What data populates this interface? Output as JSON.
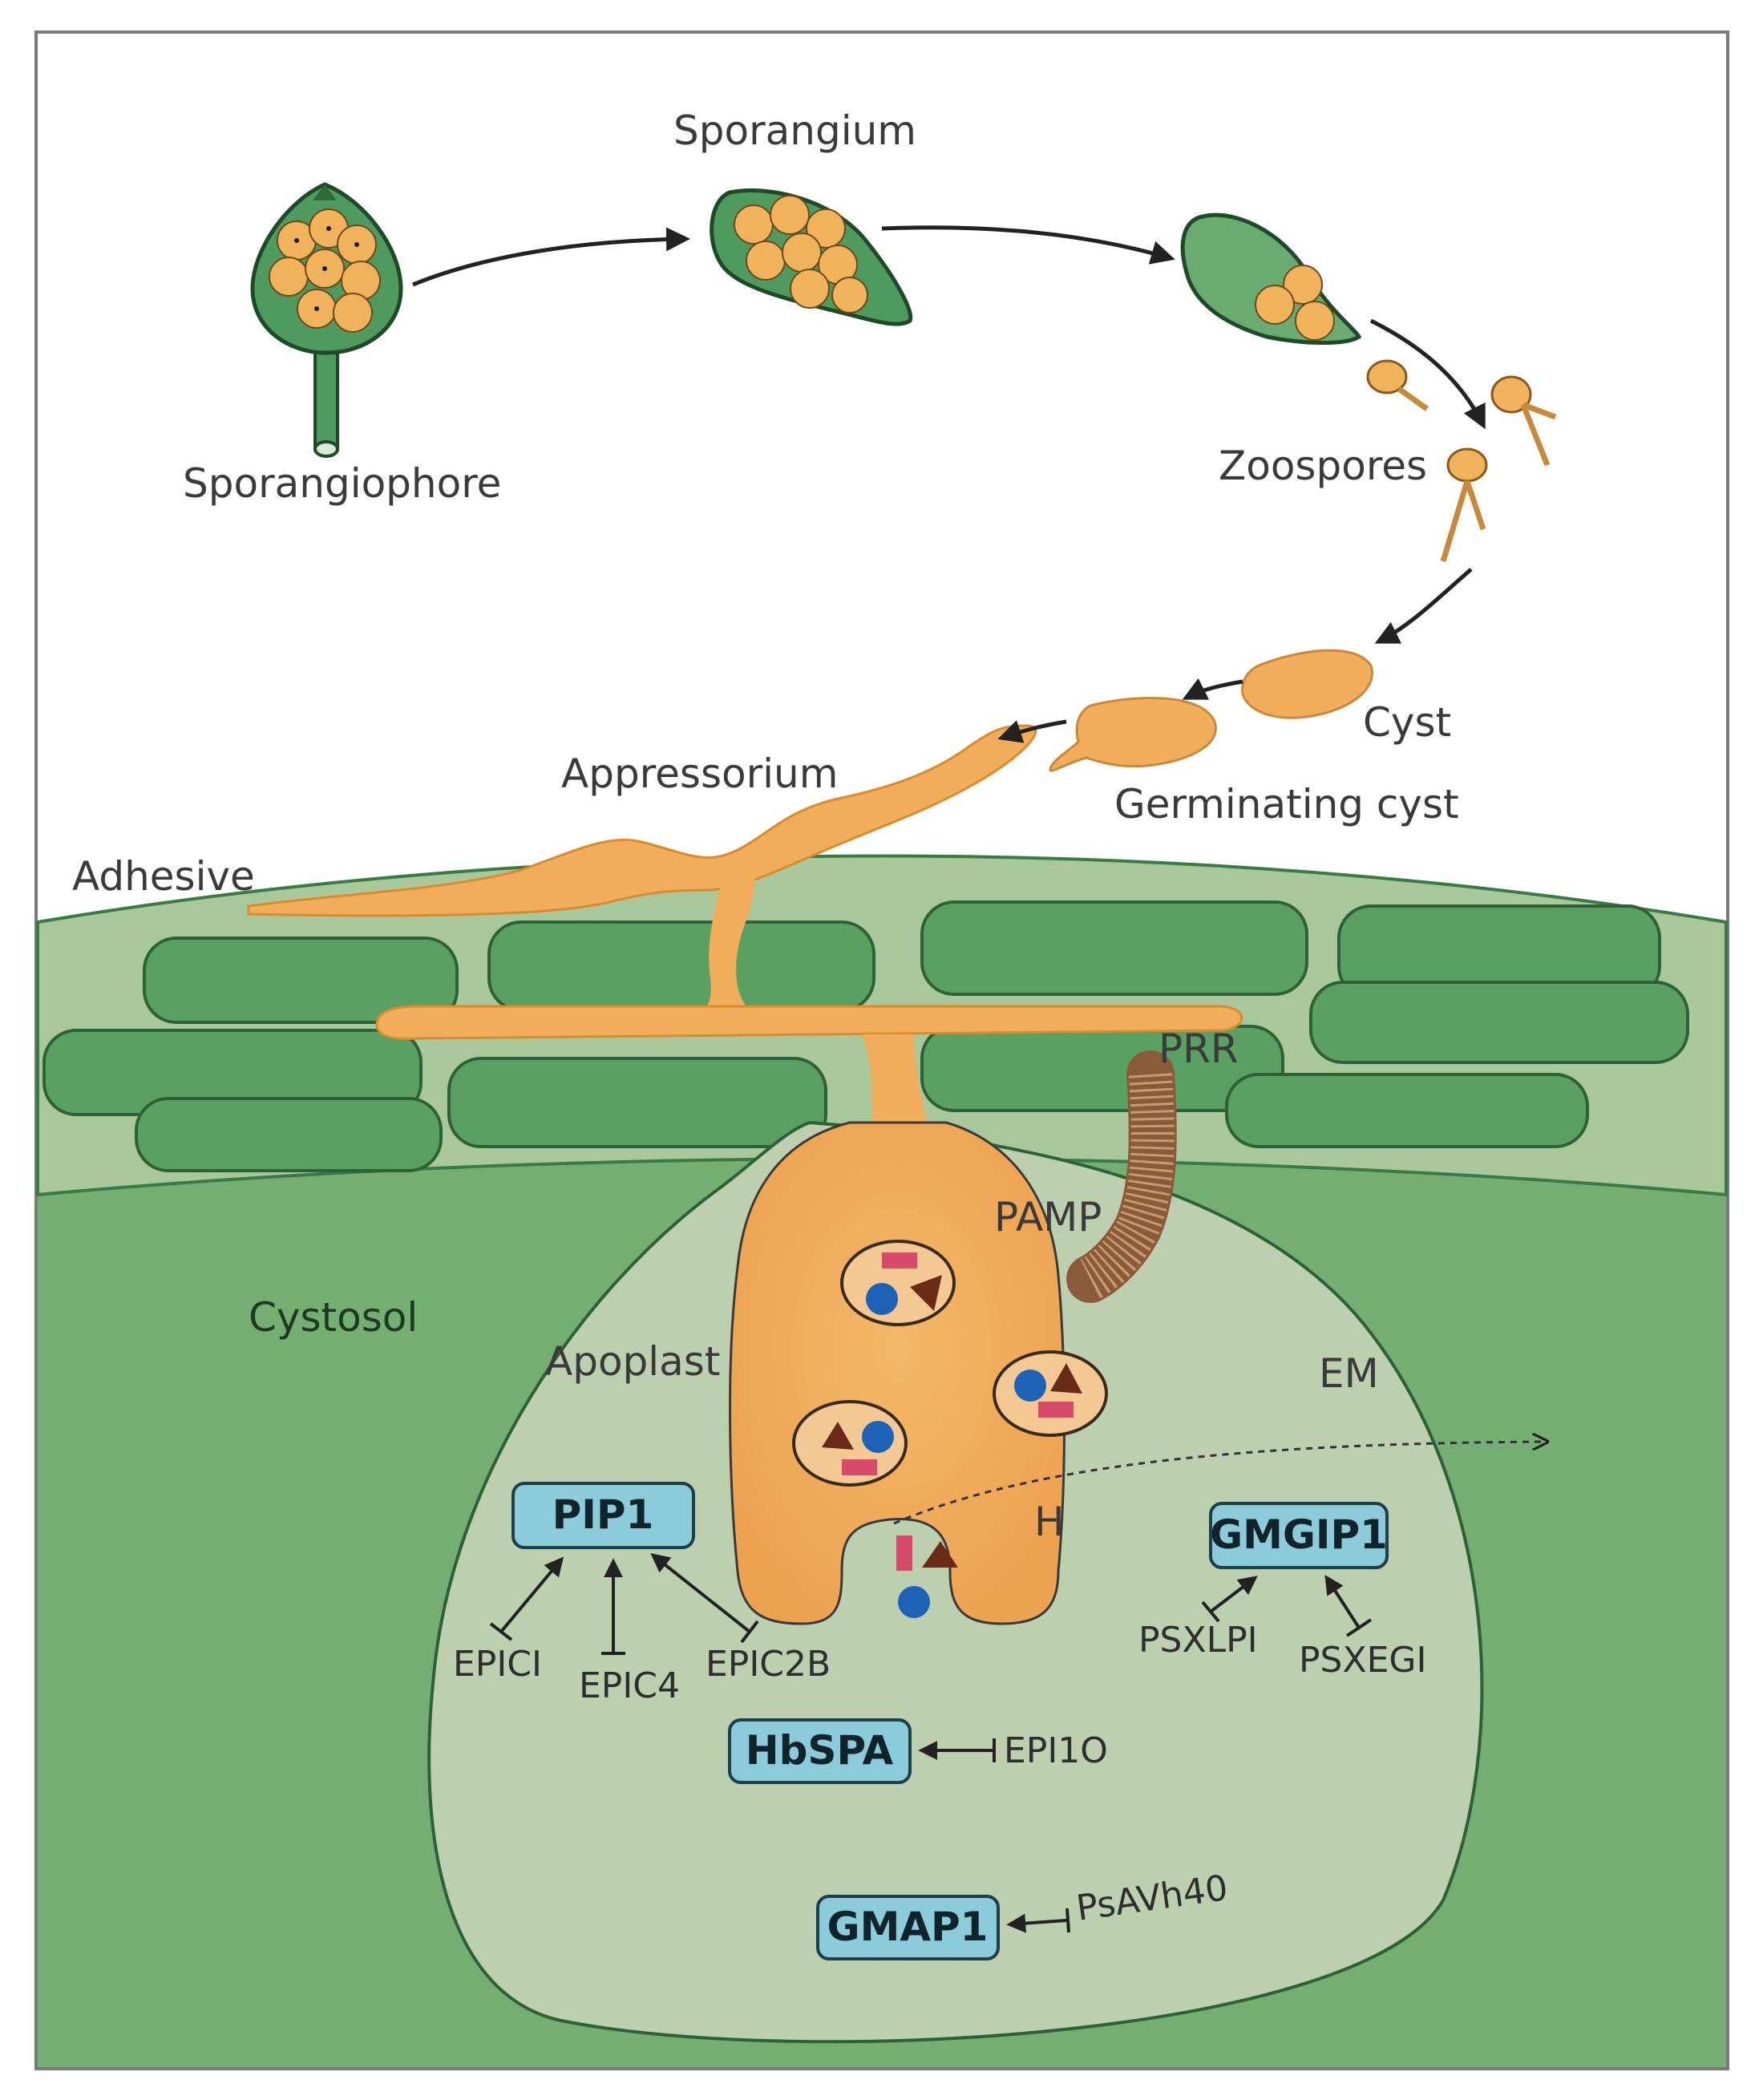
{
  "labels": {
    "sporangium": "Sporangium",
    "sporangiophore": "Sporangiophore",
    "zoospores": "Zoospores",
    "cyst": "Cyst",
    "germinating_cyst": "Germinating cyst",
    "appressorium": "Appressorium",
    "adhesive": "Adhesive",
    "prr": "PRR",
    "pamp": "PAMP",
    "cystosol": "Cystosol",
    "apoplast": "Apoplast",
    "em": "EM",
    "h": "H"
  },
  "proteins": {
    "pip1": "PIP1",
    "gmgip1": "GMGIP1",
    "hbspa": "HbSPA",
    "gmap1": "GMAP1"
  },
  "effectors": {
    "epic1": "EPICI",
    "epic4": "EPIC4",
    "epic2b": "EPIC2B",
    "psxlpi": "PSXLPI",
    "psxegi": "PSXEGI",
    "epi10": "EPI1O",
    "psavh40": "PsAVh40"
  },
  "colors": {
    "sporangium_green": "#4f9a5e",
    "zoospore_orange": "#f0b25a",
    "hypha_orange": "#f1ad5a",
    "tissue_green": "#76b075",
    "apoplast_green": "#bccfae",
    "protein_blue": "#8ccbd9"
  }
}
